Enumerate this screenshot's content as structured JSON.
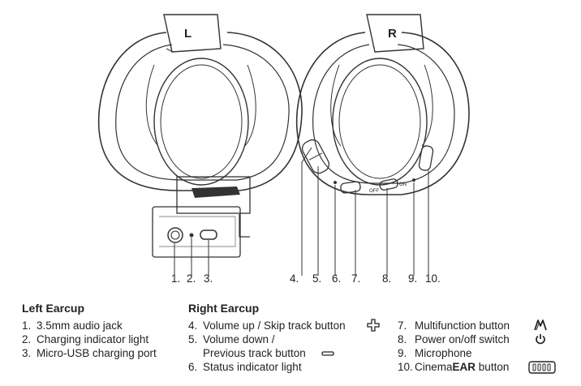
{
  "earcups": {
    "left_label": "L",
    "right_label": "R"
  },
  "switch": {
    "off": "OFF",
    "on": "ON"
  },
  "callouts": [
    "1.",
    "2.",
    "3.",
    "4.",
    "5.",
    "6.",
    "7.",
    "8.",
    "9.",
    "10."
  ],
  "left_section": {
    "heading": "Left Earcup",
    "items": [
      {
        "num": "1.",
        "text": "3.5mm audio jack"
      },
      {
        "num": "2.",
        "text": "Charging indicator light"
      },
      {
        "num": "3.",
        "text": "Micro-USB charging port"
      }
    ]
  },
  "right_section": {
    "heading": "Right Earcup",
    "items": [
      {
        "num": "4.",
        "text": "Volume up / Skip track button",
        "icon": "plus-icon"
      },
      {
        "num": "5.",
        "text": "Volume down /",
        "text2": "Previous track button",
        "icon": "minus-icon"
      },
      {
        "num": "6.",
        "text": "Status indicator light"
      },
      {
        "num": "7.",
        "text": "Multifunction button",
        "icon": "m-logo-icon"
      },
      {
        "num": "8.",
        "text": "Power on/off switch",
        "icon": "power-icon"
      },
      {
        "num": "9.",
        "text": "Microphone"
      },
      {
        "num": "10.",
        "text_a": "Cinema",
        "text_b": "EAR",
        "text_c": " button",
        "icon": "cinemaear-icon"
      }
    ]
  }
}
